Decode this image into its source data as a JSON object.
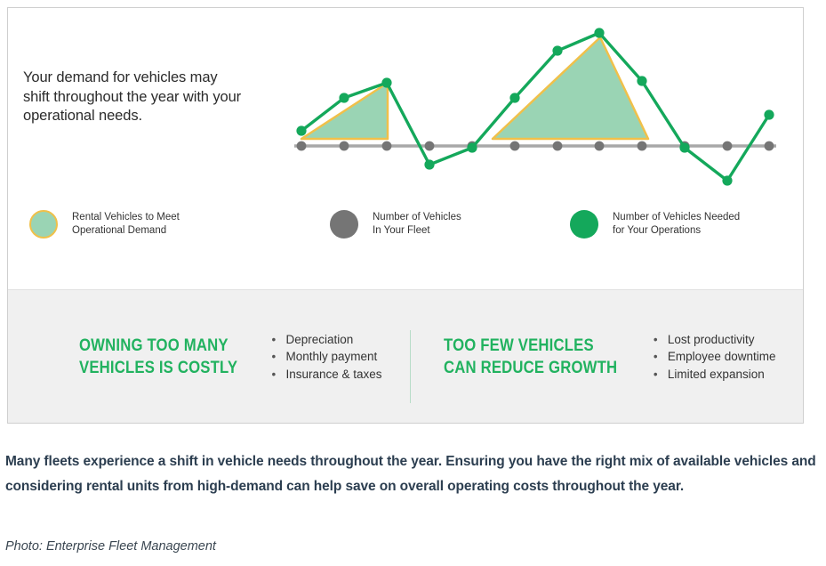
{
  "infographic": {
    "intro_text": "Your demand for vehicles may shift throughout the year with your operational needs.",
    "legend": [
      {
        "label": "Rental Vehicles to Meet\nOperational Demand",
        "swatch": "rental-swatch-icon",
        "color": "#9ad4b4",
        "outline": "#f0c04a"
      },
      {
        "label": "Number of Vehicles\nIn Your Fleet",
        "swatch": "fleet-swatch-icon",
        "color": "#757575"
      },
      {
        "label": "Number of Vehicles Needed\nfor Your Operations",
        "swatch": "needed-swatch-icon",
        "color": "#14a85b"
      }
    ],
    "compare": [
      {
        "heading": "OWNING TOO MANY\nVEHICLES IS COSTLY",
        "bullet": "•",
        "items": [
          "Depreciation",
          "Monthly payment",
          "Insurance & taxes"
        ]
      },
      {
        "heading": "TOO FEW VEHICLES\nCAN REDUCE GROWTH",
        "bullet": "•",
        "items": [
          "Lost productivity",
          "Employee downtime",
          "Limited expansion"
        ]
      }
    ]
  },
  "caption": "Many fleets experience a shift in vehicle needs throughout the year. Ensuring you have the right mix of available vehicles and considering rental units from high-demand can help save on overall operating costs throughout the year.",
  "credit": "Photo: Enterprise Fleet Management",
  "chart_data": {
    "type": "line",
    "title": "",
    "xlabel": "",
    "ylabel": "",
    "grid": false,
    "legend_position": "below",
    "description": "Green line shows vehicles needed for operations across 12 periods; gray baseline dots show the constant fleet size; mint triangles with gold outline show rental vehicles filling demand peaks.",
    "x": [
      1,
      2,
      3,
      4,
      5,
      6,
      7,
      8,
      9,
      10,
      11,
      12
    ],
    "baseline_value": 0,
    "series": [
      {
        "name": "Number of Vehicles Needed for Your Operations",
        "color": "#14a85b",
        "values": [
          0.4,
          1.14,
          1.48,
          -0.36,
          0.0,
          1.14,
          2.2,
          2.6,
          1.52,
          0.0,
          -0.72,
          0.76
        ]
      },
      {
        "name": "Number of Vehicles In Your Fleet",
        "color": "#757575",
        "values": [
          0,
          0,
          0,
          0,
          0,
          0,
          0,
          0,
          0,
          0,
          0,
          0
        ]
      }
    ],
    "rental_fill_regions": [
      {
        "name": "Rental Vehicles to Meet Operational Demand",
        "x_start": 1,
        "x_peak": 3,
        "x_end": 3,
        "peak_value": 1.26,
        "color": "#9ad4b4",
        "outline": "#f0c04a"
      },
      {
        "name": "Rental Vehicles to Meet Operational Demand",
        "x_start": 5.5,
        "x_peak": 8,
        "x_end": 10,
        "peak_value": 2.36,
        "color": "#9ad4b4",
        "outline": "#f0c04a"
      }
    ],
    "pixel_geometry": {
      "baseline_y": 158,
      "dot_x": [
        330,
        378,
        426,
        474,
        522,
        570,
        618,
        665,
        713,
        761,
        809,
        856
      ],
      "needed_y": [
        138,
        101,
        84,
        176,
        158,
        101,
        48,
        28,
        82,
        158,
        194,
        120
      ],
      "triangle_1": [
        [
          338,
          148
        ],
        [
          310,
          84
        ],
        [
          362,
          148
        ]
      ],
      "triangle_2": [
        [
          551,
          149
        ],
        [
          666,
          34
        ],
        [
          720,
          149
        ]
      ]
    }
  }
}
